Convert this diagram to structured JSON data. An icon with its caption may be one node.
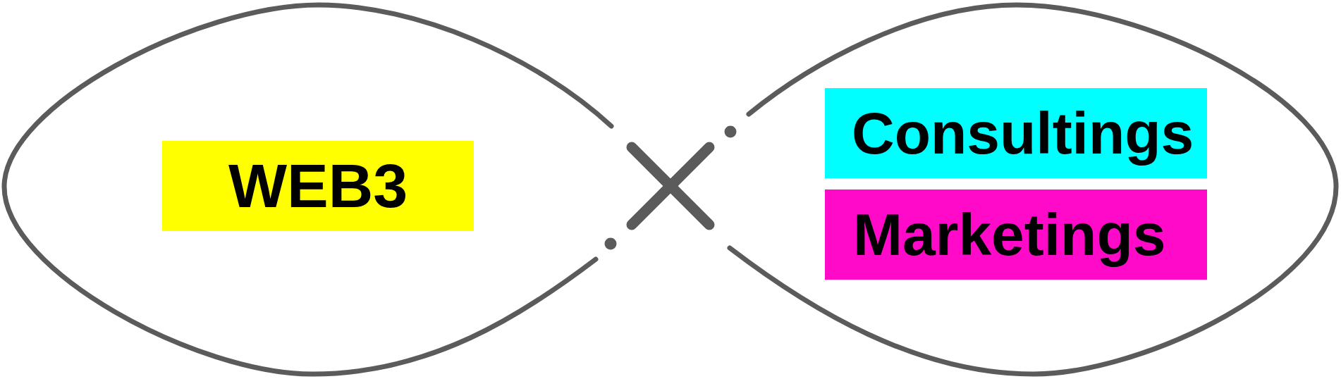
{
  "diagram": {
    "nodes": [
      {
        "text": [
          "WEB3"
        ]
      },
      {
        "text": [
          "Consultings"
        ]
      },
      {
        "text": [
          "Marketings"
        ]
      }
    ]
  }
}
